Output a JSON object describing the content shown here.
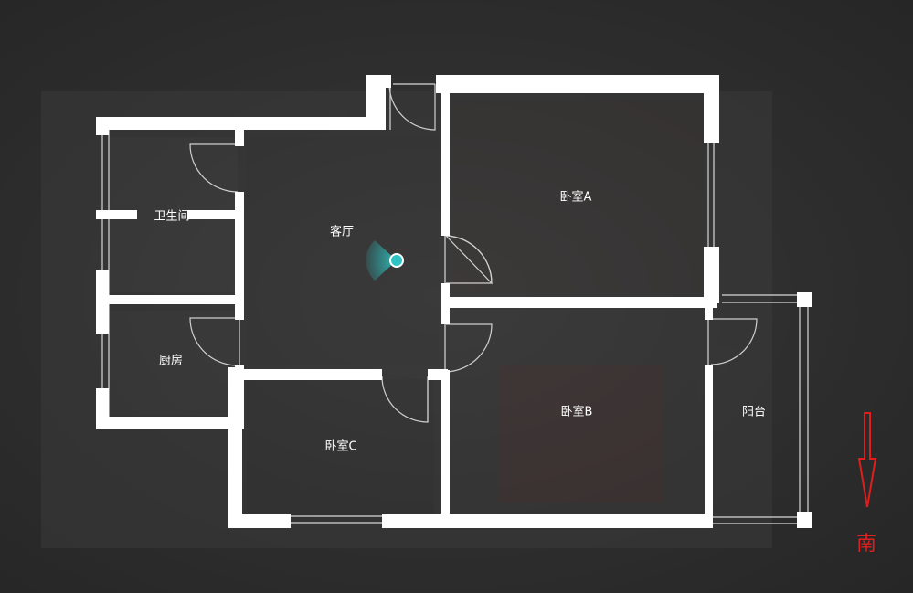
{
  "floor_plan": {
    "rooms": {
      "bathroom": "卫生间",
      "living_room": "客厅",
      "bedroom_a": "卧室A",
      "kitchen": "厨房",
      "bedroom_b": "卧室B",
      "balcony": "阳台",
      "bedroom_c": "卧室C"
    },
    "compass": {
      "label": "南",
      "direction": "down",
      "color": "#e01e1e"
    },
    "viewpoint": {
      "color": "#2ec4c4"
    },
    "colors": {
      "background": "#2f2f2f",
      "wall": "#ffffff"
    }
  }
}
